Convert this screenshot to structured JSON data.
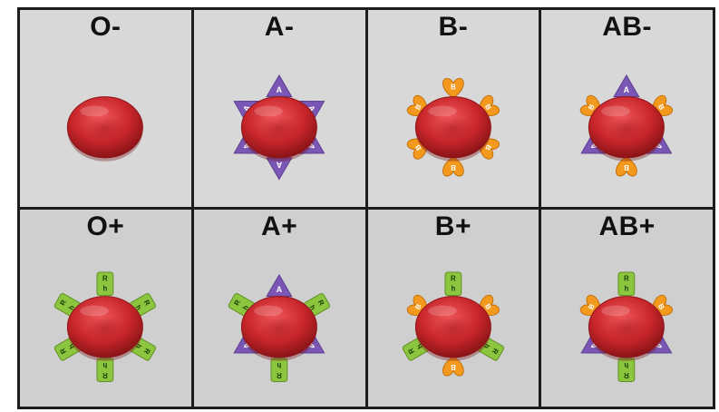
{
  "cells": [
    {
      "label": "O-",
      "antigens": {
        "a": false,
        "b": false,
        "rh": false
      }
    },
    {
      "label": "A-",
      "antigens": {
        "a": true,
        "b": false,
        "rh": false
      }
    },
    {
      "label": "B-",
      "antigens": {
        "a": false,
        "b": true,
        "rh": false
      }
    },
    {
      "label": "AB-",
      "antigens": {
        "a": true,
        "b": true,
        "rh": false
      }
    },
    {
      "label": "O+",
      "antigens": {
        "a": false,
        "b": false,
        "rh": true
      }
    },
    {
      "label": "A+",
      "antigens": {
        "a": true,
        "b": false,
        "rh": true
      }
    },
    {
      "label": "B+",
      "antigens": {
        "a": false,
        "b": true,
        "rh": true
      }
    },
    {
      "label": "AB+",
      "antigens": {
        "a": true,
        "b": true,
        "rh": true
      }
    }
  ],
  "marker_text": {
    "a": "A",
    "b": "B",
    "rh_top": "R",
    "rh_bottom": "h"
  },
  "colors": {
    "cell": "#c8262a",
    "antigen_a": "#7a57b5",
    "antigen_b": "#f39a1e",
    "antigen_rh": "#8cc63f",
    "panel_top": "#d8d8d8",
    "panel_bottom": "#cfcfcf",
    "border": "#1c1c1c"
  }
}
